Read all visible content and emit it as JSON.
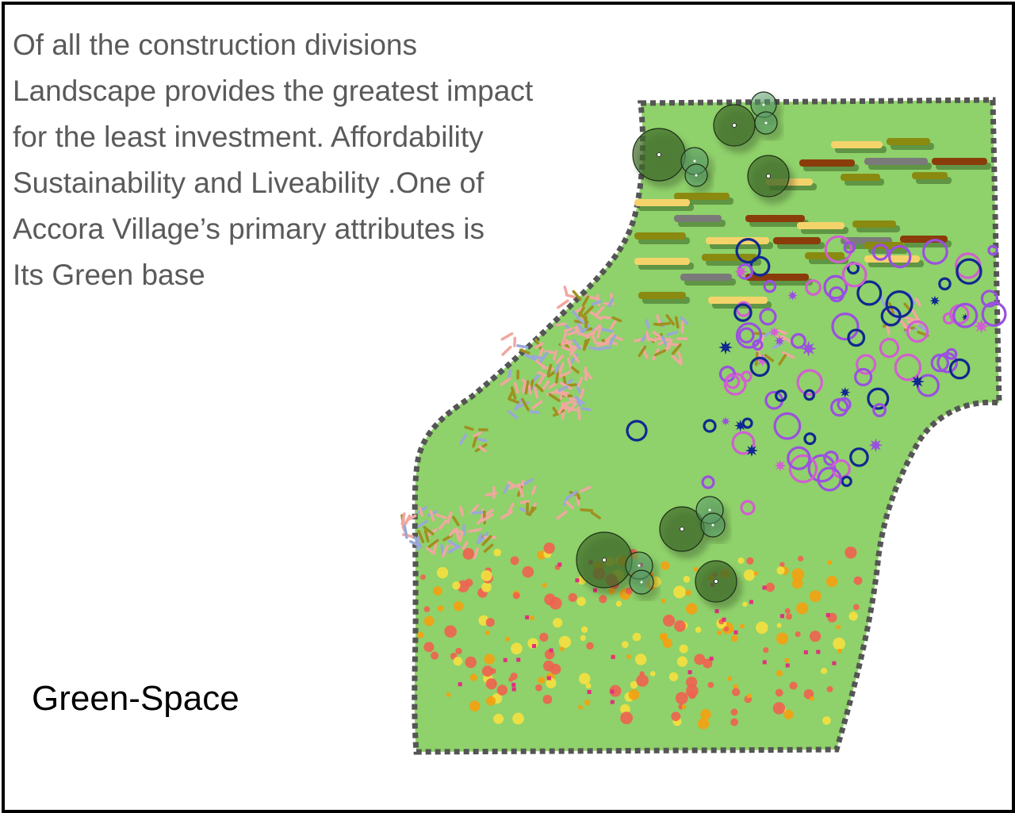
{
  "description_lines": [
    "Of all the construction divisions",
    "Landscape provides the greatest impact",
    "for the least investment. Affordability",
    "Sustainability and Liveability .One of",
    "Accora Village’s primary attributes is",
    "Its Green base"
  ],
  "plan_label": "Green-Space",
  "colors": {
    "lawn": "#8fd16a",
    "boundary_dash": "#555555",
    "tree": "#3f6b2a",
    "tree_small": "#5a9a6a",
    "hedge_yellow": "#f5d36b",
    "hedge_olive": "#8a8a10",
    "hedge_brown": "#8a3c0a",
    "hedge_grey": "#7a7a7a",
    "grass_pink": "#f0a8a0",
    "grass_blue": "#9aa8d8",
    "grass_olive": "#a09020",
    "shrub_purple": "#9a50e0",
    "shrub_magenta": "#d060d0",
    "shrub_navy": "#102890",
    "flower_red": "#f06050",
    "flower_orange": "#f5a010",
    "flower_yellow": "#f5e040",
    "flower_pink": "#e03080"
  }
}
